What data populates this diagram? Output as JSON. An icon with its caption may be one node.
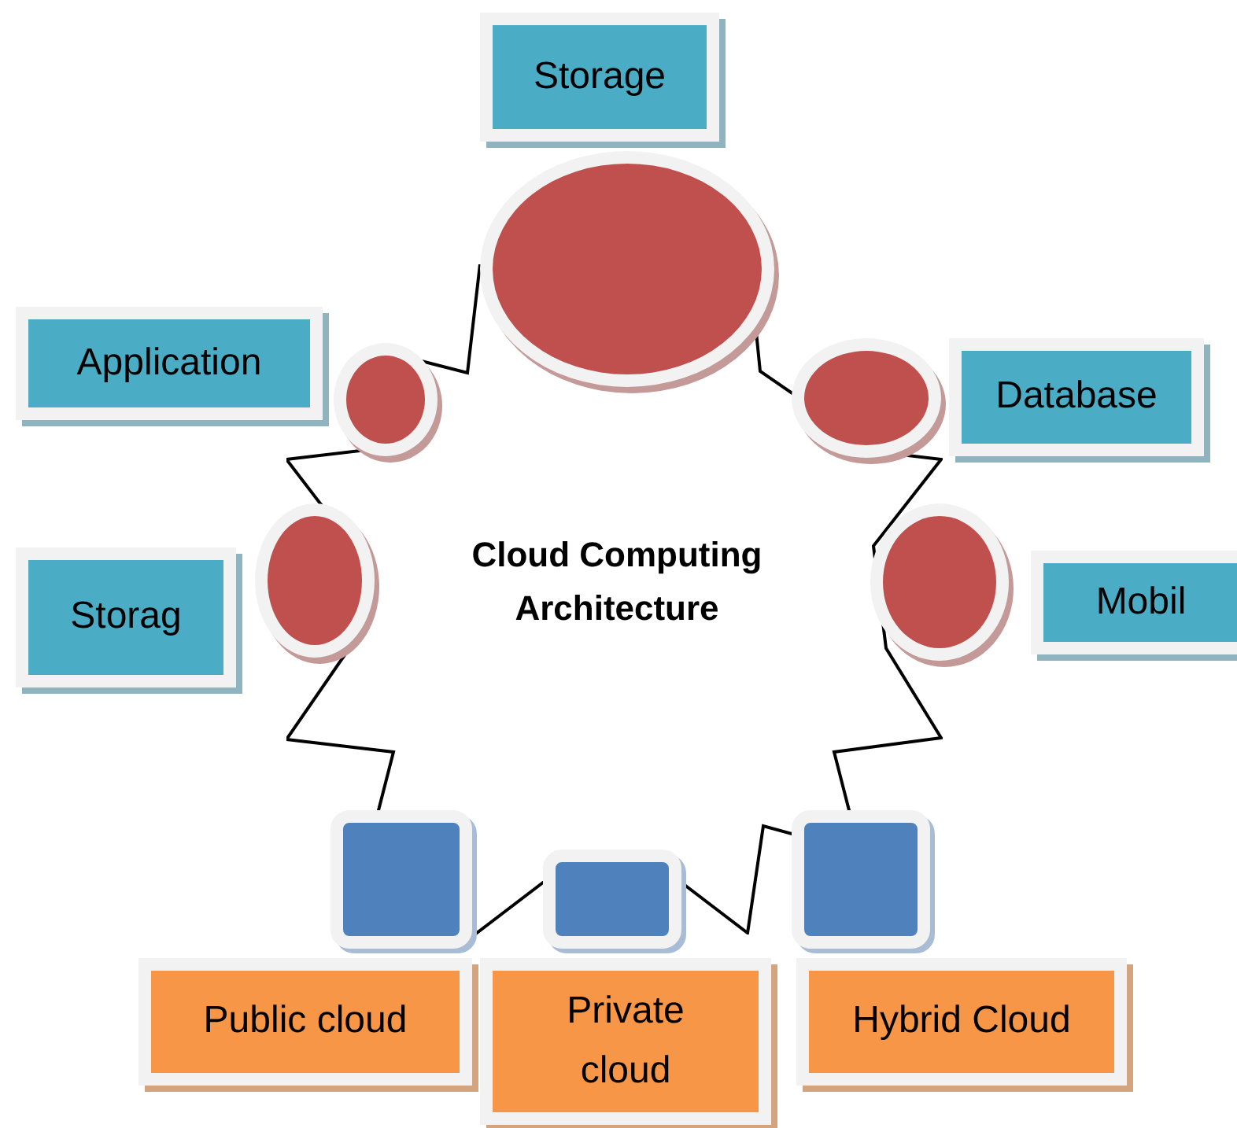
{
  "diagram": {
    "nodes": [
      {
        "text": [
          "Cloud Computing Architecture"
        ]
      },
      {
        "text": [
          "Storage"
        ]
      },
      {
        "text": [],
        "shape": "circle"
      },
      {
        "text": [
          "Application"
        ]
      },
      {
        "text": [],
        "shape": "circle"
      },
      {
        "text": [],
        "shape": "circle"
      },
      {
        "text": [
          "Database"
        ]
      },
      {
        "text": [],
        "shape": "circle"
      },
      {
        "text": [
          "Storag"
        ]
      },
      {
        "text": [],
        "shape": "circle"
      },
      {
        "text": [
          "Mobil"
        ]
      },
      {
        "text": [],
        "shape": "box"
      },
      {
        "text": [],
        "shape": "box"
      },
      {
        "text": [],
        "shape": "box"
      },
      {
        "text": [
          "Public cloud"
        ]
      },
      {
        "text": [
          "Private cloud"
        ]
      },
      {
        "text": [
          "Hybrid Cloud"
        ]
      }
    ]
  }
}
